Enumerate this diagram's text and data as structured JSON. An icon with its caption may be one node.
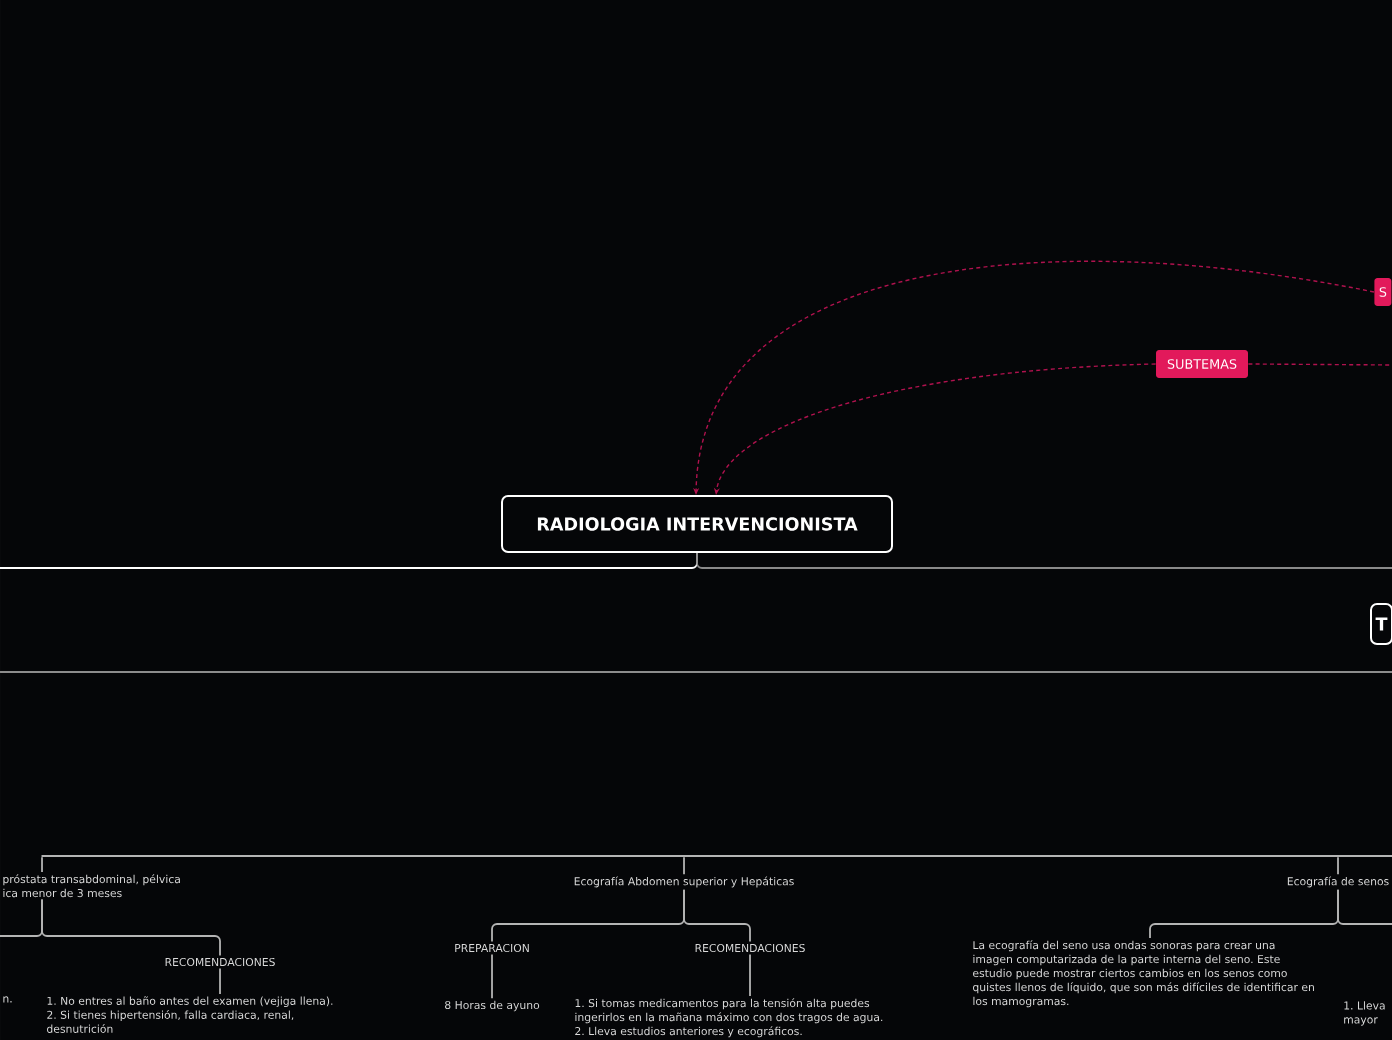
{
  "diagram": {
    "nodes": [
      {
        "text": [
          "RADIOLOGIA INTERVENCIONISTA"
        ]
      },
      {
        "text": [
          "SUBTEMAS"
        ]
      },
      {
        "text": [
          "S"
        ]
      },
      {
        "text": [
          "T"
        ]
      },
      {
        "text": [],
        "shape": "bar"
      },
      {
        "text": [
          "próstata transabdominal, pélvica ica menor de 3 meses"
        ]
      },
      {
        "text": [
          "RECOMENDACIONES"
        ]
      },
      {
        "text": [
          "n."
        ]
      },
      {
        "text": [
          "1. No entres al baño antes del examen (vejiga llena). 2. Si tienes hipertensión, falla cardiaca, renal, desnutrición"
        ]
      },
      {
        "text": [
          "Ecografía Abdomen superior y Hepáticas"
        ]
      },
      {
        "text": [
          "PREPARACION"
        ]
      },
      {
        "text": [
          "RECOMENDACIONES"
        ]
      },
      {
        "text": [
          "8 Horas de ayuno"
        ]
      },
      {
        "text": [
          "1. Si tomas medicamentos para la tensión alta puedes ingerirlos en la mañana máximo con dos tragos de agua. 2. Lleva estudios anteriores y ecográficos."
        ]
      },
      {
        "text": [
          "Ecografía de senos"
        ]
      },
      {
        "text": [
          "La ecografía del seno usa ondas sonoras para crear una imagen computarizada de la parte interna del seno. Este estudio puede mostrar ciertos cambios en los senos como quistes llenos de líquido, que son más difíciles de identificar en los mamogramas."
        ]
      },
      {
        "text": [
          "1. Lleva mayor"
        ]
      }
    ],
    "edges": [
      {
        "from": 2,
        "to": 0,
        "arrow": "to",
        "style": "dashed",
        "color": "#b0124e"
      },
      {
        "from": 1,
        "to": 0,
        "arrow": "to",
        "style": "dashed",
        "color": "#b0124e"
      },
      {
        "from": 1,
        "to": null,
        "arrow": "none",
        "style": "dashed",
        "color": "#b0124e"
      },
      {
        "from": 0,
        "to": null,
        "arrow": "none",
        "color": "#ffffff"
      },
      {
        "from": 0,
        "to": null,
        "arrow": "none",
        "color": "#8a8a8a"
      },
      {
        "from": 4,
        "to": 5,
        "arrow": "none"
      },
      {
        "from": 4,
        "to": 9,
        "arrow": "none"
      },
      {
        "from": 4,
        "to": 14,
        "arrow": "none"
      },
      {
        "from": 5,
        "to": 6,
        "arrow": "none"
      },
      {
        "from": 5,
        "to": null,
        "arrow": "none"
      },
      {
        "from": 6,
        "to": 8,
        "arrow": "none"
      },
      {
        "from": 9,
        "to": 10,
        "arrow": "none"
      },
      {
        "from": 9,
        "to": 11,
        "arrow": "none"
      },
      {
        "from": 10,
        "to": 12,
        "arrow": "none"
      },
      {
        "from": 11,
        "to": 13,
        "arrow": "none"
      },
      {
        "from": 14,
        "to": 15,
        "arrow": "none"
      },
      {
        "from": 14,
        "to": null,
        "arrow": "none"
      }
    ]
  }
}
